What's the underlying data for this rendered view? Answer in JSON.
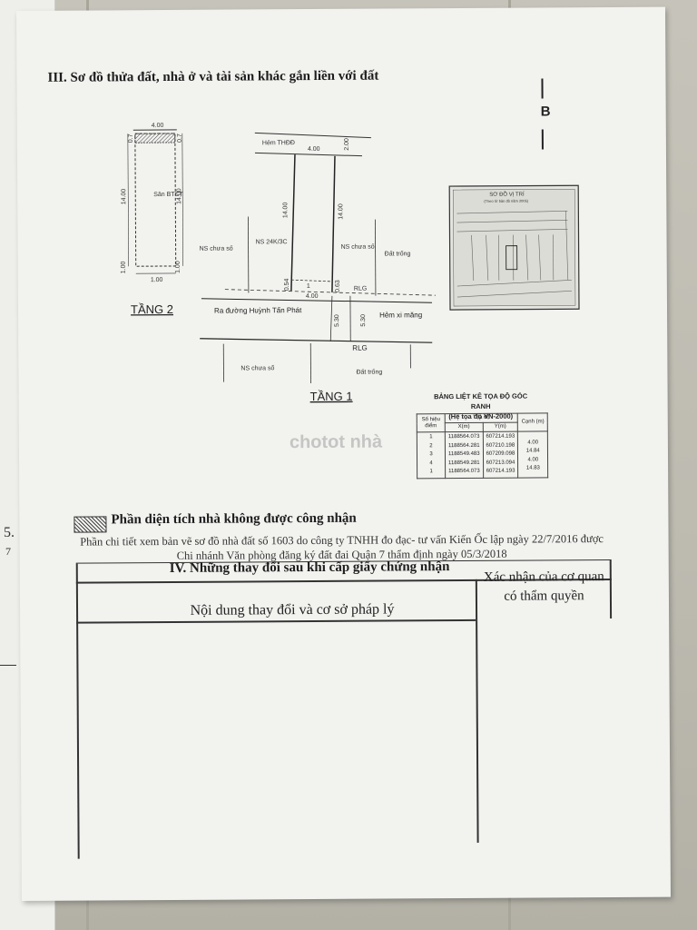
{
  "section3": {
    "title": "III. Sơ đồ thửa đất, nhà ở và tài sản khác gắn liền với đất",
    "compass": "B"
  },
  "floor2": {
    "label": "TẦNG 2",
    "slab_label": "Sân BTCT",
    "width_top": "4.00",
    "width_bottom": "1.00",
    "length_left": "14.00",
    "length_right": "14.00",
    "small_top_left": "0.7",
    "small_top_right": "0.7",
    "small_bottom_left": "1.00",
    "small_bottom_right": "1.00"
  },
  "floor1": {
    "label": "TẦNG 1",
    "alley_top": "Hẻm THĐĐ",
    "width_top": "4.00",
    "offset_top": "2.00",
    "length_left": "14.00",
    "length_right": "14.00",
    "width_bottom": "4.00",
    "bottom_left_small": "0.54",
    "bottom_right_small": "0.63",
    "corner_mark": "RLG",
    "neighbor_left": "NS chưa số",
    "neighbor_middle": "NS 24K/3C",
    "neighbor_right": "NS chưa số",
    "empty_land_right": "Đất trống",
    "road_left": "Ra đường Huỳnh Tấn Phát",
    "road_right": "Hẻm xi măng",
    "alley_depth_left": "5.30",
    "alley_depth_right": "5.30",
    "road_line_label": "RLG",
    "neighbor_bottom_left": "NS chưa số",
    "empty_land_bottom": "Đất trống",
    "point_mark": "1"
  },
  "location_map": {
    "title": "SƠ ĐỒ VỊ TRÍ",
    "subtitle": "(Theo tờ bản đồ năm 2005)"
  },
  "coord_table": {
    "title": "BẢNG LIỆT KÊ TỌA ĐỘ GÓC RANH",
    "subtitle": "(Hệ tọa độ VN-2000)",
    "headers": {
      "point": "Số hiệu điểm",
      "coords": "Tọa độ",
      "x": "X(m)",
      "y": "Y(m)",
      "edge": "Cạnh (m)"
    },
    "points": [
      "1",
      "2",
      "3",
      "4",
      "1"
    ],
    "x_values": [
      "1188564.073",
      "1188564.281",
      "1188549.483",
      "1188549.281",
      "1188564.073"
    ],
    "y_values": [
      "607214.193",
      "607210.198",
      "607209.098",
      "607213.094",
      "607214.193"
    ],
    "edges": [
      "4.00",
      "14.84",
      "4.00",
      "14.83"
    ]
  },
  "watermark": "chotot nhà",
  "legend": {
    "text": "Phần diện tích nhà không được công nhận"
  },
  "detail_note": "Phần chi tiết xem bản vẽ sơ đồ nhà đất số 1603 do công ty TNHH đo đạc- tư vấn Kiến Ốc lập ngày 22/7/2016 được Chi nhánh Văn phòng đăng ký đất đai Quận 7 thẩm định ngày 05/3/2018",
  "section4": {
    "title": "IV. Những thay đổi sau khi cấp giấy chứng nhận",
    "col1": "Nội dung thay đổi và cơ sở pháp lý",
    "col2": "Xác nhận của cơ quan có thẩm quyền"
  },
  "margin_fragments": [
    "5.",
    "7"
  ]
}
